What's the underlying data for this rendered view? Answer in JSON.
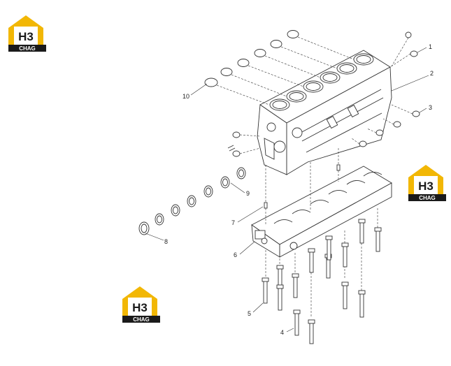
{
  "logos": [
    {
      "mark": "H3",
      "word": "CHAG"
    },
    {
      "mark": "H3",
      "word": "CHAG"
    },
    {
      "mark": "H3",
      "word": "CHAG"
    }
  ],
  "colors": {
    "logo_yellow": "#f2b705",
    "logo_dark": "#1a1a1a",
    "line": "#333333"
  },
  "callouts": [
    "1",
    "2",
    "3",
    "4",
    "5",
    "6",
    "7",
    "8",
    "9",
    "10"
  ]
}
